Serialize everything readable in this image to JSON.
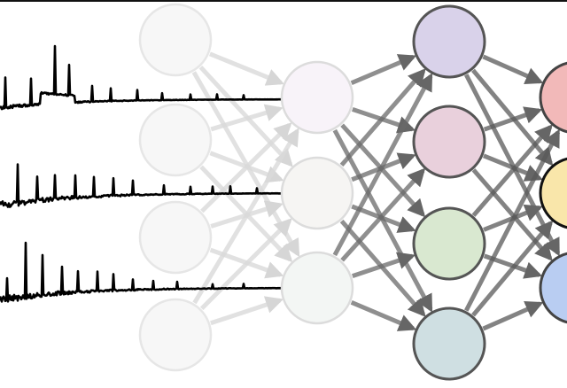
{
  "diagram": {
    "type": "neural-network",
    "layers": [
      {
        "nodes": 4,
        "fills": [
          "#f7f7f7",
          "#f7f7f7",
          "#f7f7f7",
          "#f7f7f7"
        ],
        "stroke": "#e6e6e6"
      },
      {
        "nodes": 3,
        "fills": [
          "#f8f3f9",
          "#f6f5f3",
          "#f3f6f4"
        ],
        "stroke": "#dcdcdc"
      },
      {
        "nodes": 4,
        "fills": [
          "#d9d2ea",
          "#e9d0dc",
          "#d9e8d0",
          "#cfdfe2"
        ],
        "stroke": "#555555"
      },
      {
        "nodes": 3,
        "fills": [
          "#f2b9b9",
          "#f9e6aa",
          "#b9cdf2"
        ],
        "stroke": "#444444"
      }
    ],
    "edge_colors": [
      "#dadada",
      "#6a6a6a",
      "#5a5a5a"
    ],
    "spectra": 3,
    "spectrum_color": "#000000"
  }
}
